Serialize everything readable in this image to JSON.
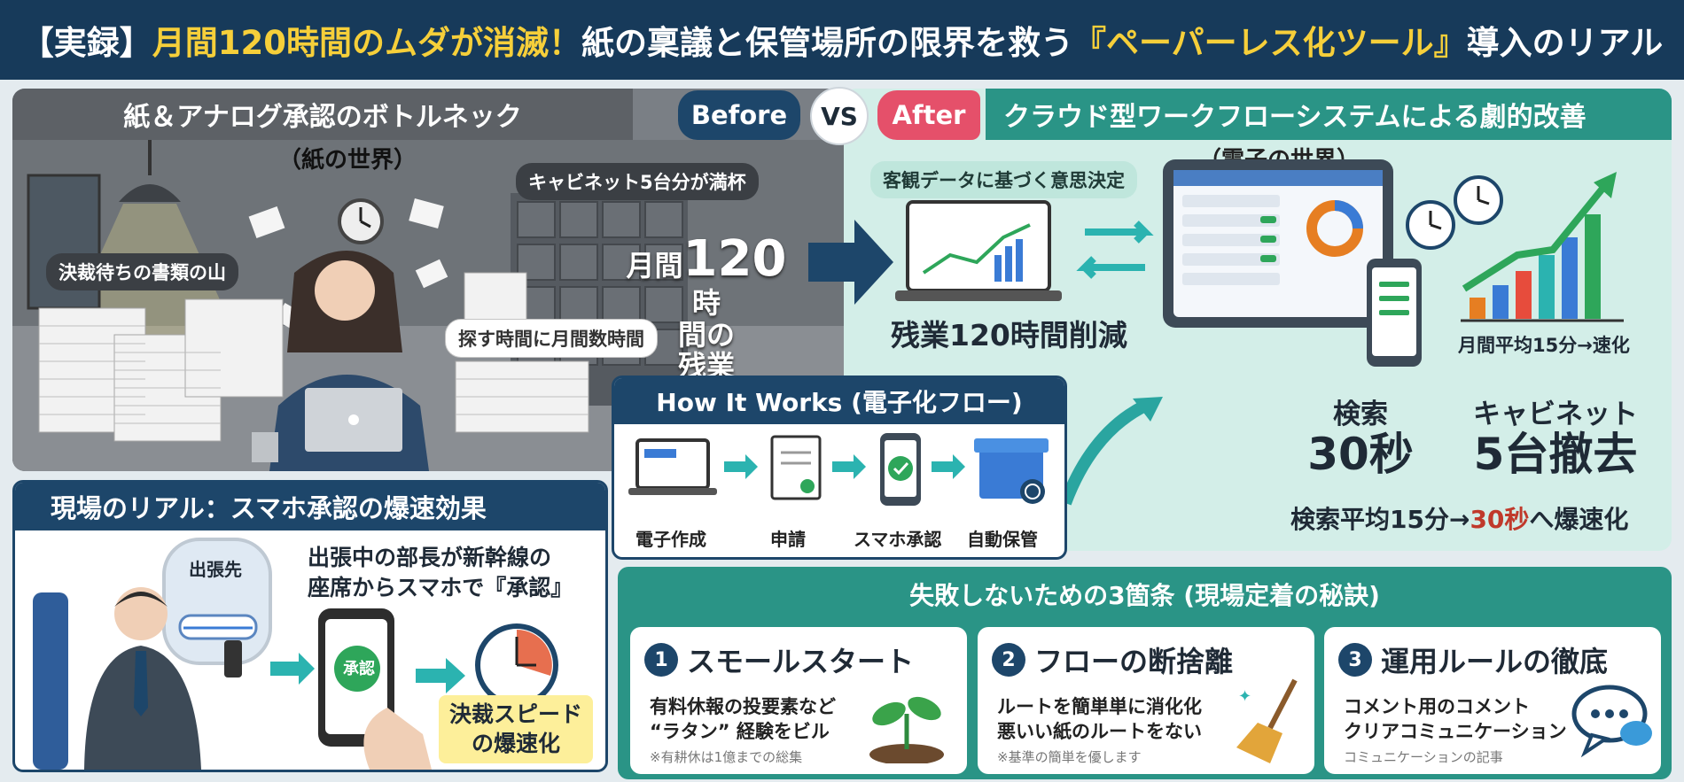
{
  "header": {
    "prefix": "【実録】",
    "highlight": "月間120時間のムダが消滅！",
    "middle": "紙の稟議と保管場所の限界を救う",
    "highlight2": "『ペーパーレス化ツール』",
    "suffix": "導入のリアル"
  },
  "before": {
    "title": "紙＆アナログ承認のボトルネック",
    "pill": "Before",
    "world": "（紙の世界）",
    "cabinet_full": "キャビネット5台分が満杯",
    "pile_label": "決裁待ちの書類の山",
    "search_time": "探す時間に月間数時間",
    "overtime_l1a": "月間",
    "overtime_l1b": "120",
    "overtime_l1c": "時",
    "overtime_l2": "間の",
    "overtime_l3": "残業"
  },
  "vs": "VS",
  "after": {
    "pill": "After",
    "title": "クラウド型ワークフローシステムによる劇的改善",
    "world": "（電子の世界）",
    "objective": "客観データに基づく意思決定",
    "reduction": "残業120時間削減",
    "speed": "月間平均15分→速化",
    "metric_search_label": "検索",
    "metric_search_value": "30秒",
    "metric_cabinet_label": "キャビネット",
    "metric_cabinet_value": "5台撤去",
    "search_avg_prefix": "検索平均15分→",
    "search_avg_value": "30秒",
    "search_avg_suffix": "へ爆速化"
  },
  "how": {
    "title": "How It Works (電子化フロー)",
    "steps": [
      "電子作成",
      "申請",
      "スマホ承認",
      "自動保管"
    ]
  },
  "field": {
    "title": "現場のリアル：スマホ承認の爆速効果",
    "trip": "出張先",
    "desc_l1": "出張中の部長が新幹線の",
    "desc_l2": "座席からスマホで『承認』",
    "approve": "承認",
    "speed_l1": "決裁スピード",
    "speed_l2": "の爆速化"
  },
  "rules": {
    "title": "失敗しないための3箇条 (現場定着の秘訣)",
    "cards": [
      {
        "num": "1",
        "title": "スモールスタート",
        "l1": "有料休報の投要素など",
        "l2": "“ラタン” 経験をビル",
        "note": "※有耕休は1億までの総集"
      },
      {
        "num": "2",
        "title": "フローの断捨離",
        "l1": "ルートを簡単単に消化化",
        "l2": "悪いい紙のルートをない",
        "note": "※基準の簡単を優します"
      },
      {
        "num": "3",
        "title": "運用ルールの徹底",
        "l1": "コメント用のコメント",
        "l2": "クリアコミュニケーション",
        "note": "コミュニケーションの記事"
      }
    ]
  },
  "colors": {
    "navy": "#173a5a",
    "teal": "#2a9486",
    "yellow": "#f6cf3a",
    "red": "#c0392b",
    "pink": "#e5506a"
  }
}
